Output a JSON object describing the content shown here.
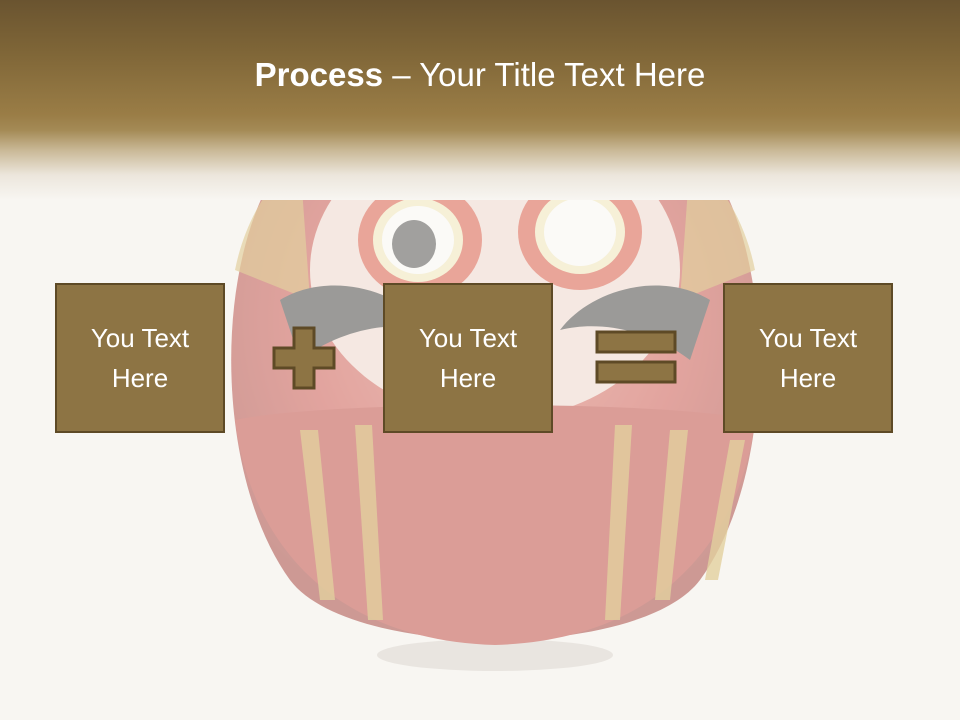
{
  "slide": {
    "title_bold": "Process",
    "title_rest": " – Your Title Text Here",
    "boxes": [
      {
        "label": "You Text Here"
      },
      {
        "label": "You Text Here"
      },
      {
        "label": "You Text Here"
      }
    ],
    "operators": [
      "plus",
      "equals"
    ],
    "background_image": "daruma-doll"
  },
  "colors": {
    "header_dark": "#6a5430",
    "header_mid": "#9a7d46",
    "box_fill": "#8d7444",
    "box_border": "#5e4a26",
    "text": "#ffffff",
    "background": "#f8f6f2"
  },
  "icons": [
    "plus-icon",
    "equals-icon",
    "daruma-doll-image"
  ]
}
